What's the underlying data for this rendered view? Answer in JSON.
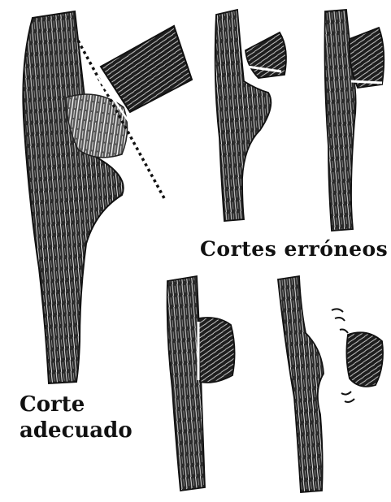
{
  "labels": {
    "wrong_cuts": "Cortes erróneos",
    "right_cut_line1": "Corte",
    "right_cut_line2": "adecuado"
  },
  "colors": {
    "ink": "#111111",
    "paper": "#ffffff"
  }
}
